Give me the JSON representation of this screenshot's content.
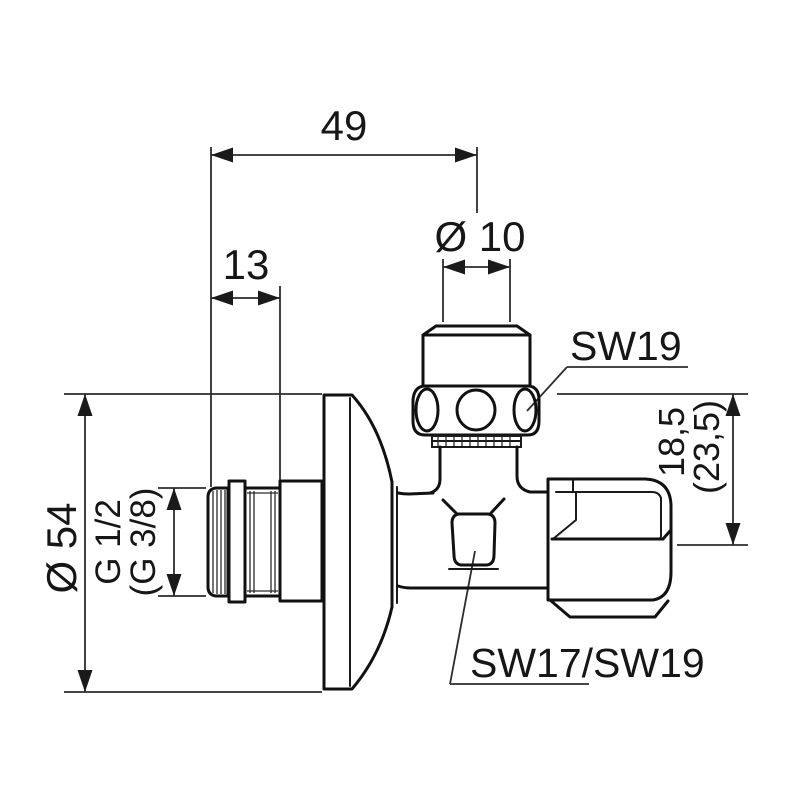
{
  "drawing": {
    "background": "#ffffff",
    "line_color": "#1a1a1a",
    "dimensions": {
      "overall_width": "49",
      "thread_length": "13",
      "pipe_diameter": "Ø 10",
      "rosette_diameter": "Ø 54",
      "inlet_thread": "G 1/2",
      "inlet_thread_alt": "(G 3/8)",
      "outlet_offset": "18,5",
      "outlet_offset_alt": "(23,5)"
    },
    "labels": {
      "bonnet_wrench": "SW19",
      "body_wrench": "SW17/SW19"
    }
  }
}
